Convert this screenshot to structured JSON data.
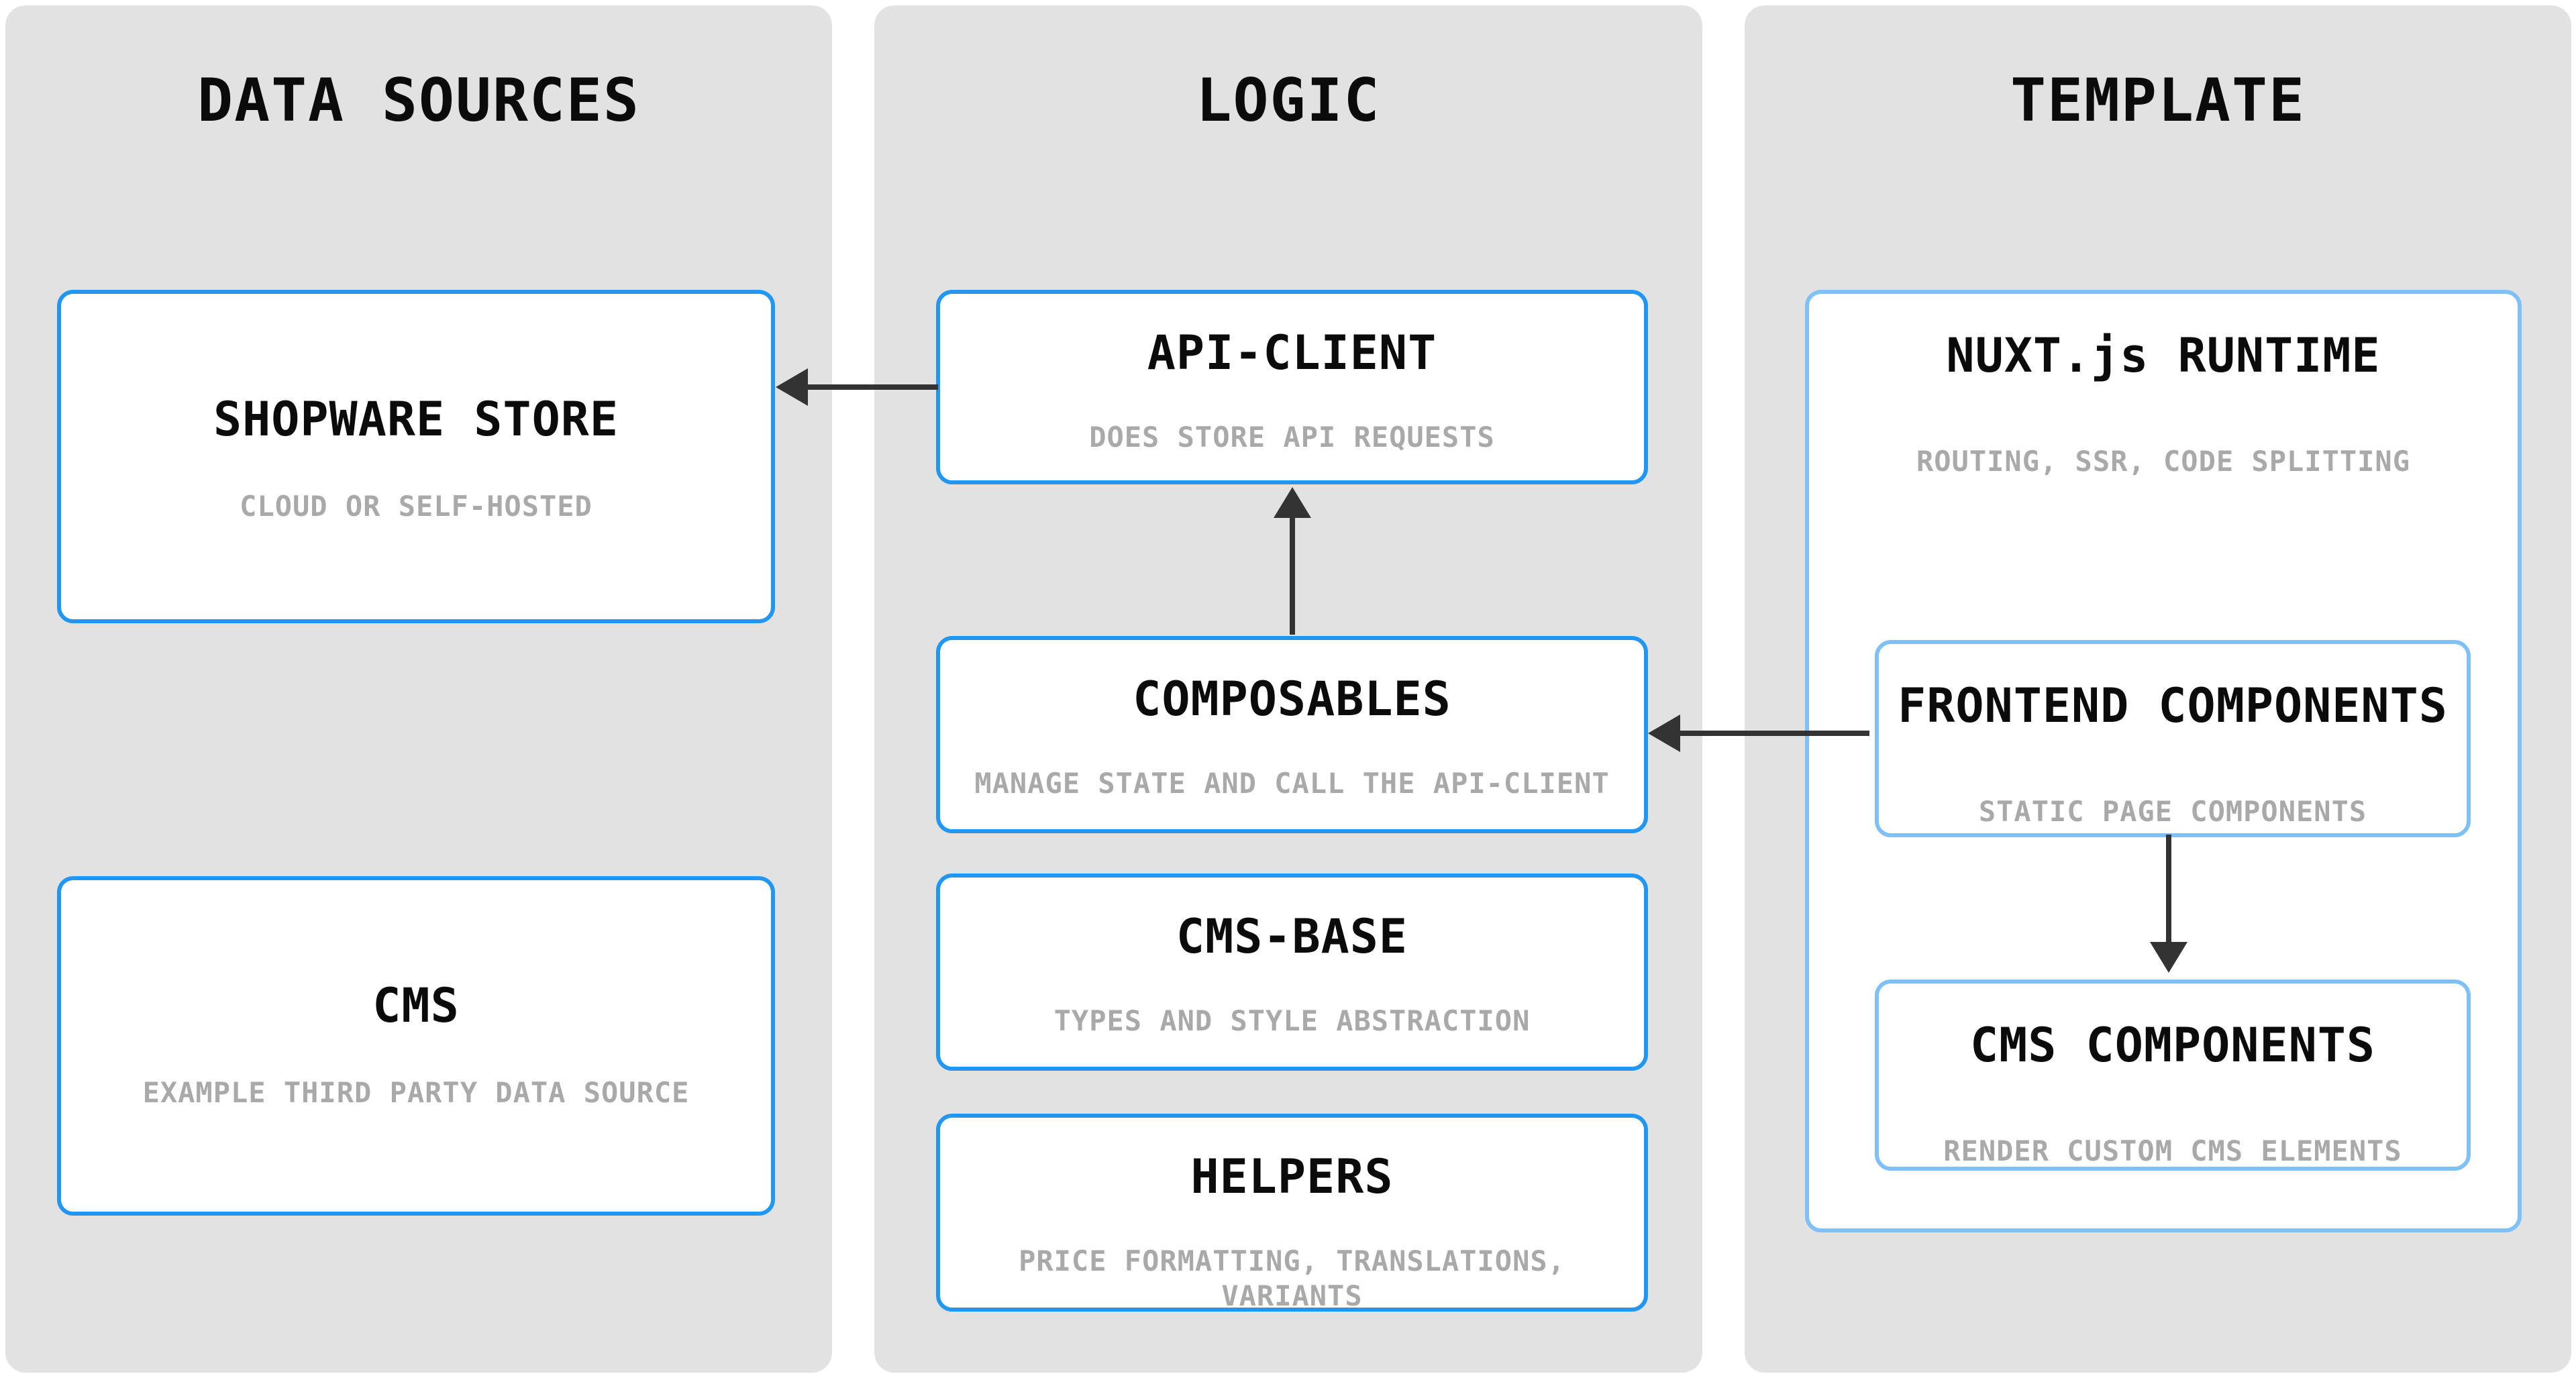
{
  "diagram": {
    "columns": [
      {
        "title": "DATA SOURCES",
        "boxes": [
          {
            "title": "SHOPWARE STORE",
            "subtitle": "CLOUD OR SELF-HOSTED"
          },
          {
            "title": "CMS",
            "subtitle": "EXAMPLE THIRD PARTY DATA SOURCE"
          }
        ]
      },
      {
        "title": "LOGIC",
        "boxes": [
          {
            "title": "API-CLIENT",
            "subtitle": "DOES STORE API REQUESTS"
          },
          {
            "title": "COMPOSABLES",
            "subtitle": "MANAGE STATE AND CALL THE API-CLIENT"
          },
          {
            "title": "CMS-BASE",
            "subtitle": "TYPES AND STYLE ABSTRACTION"
          },
          {
            "title": "HELPERS",
            "subtitle": "PRICE FORMATTING, TRANSLATIONS, VARIANTS"
          }
        ]
      },
      {
        "title": "TEMPLATE",
        "boxes": [
          {
            "title": "NUXT.js RUNTIME",
            "subtitle": "ROUTING, SSR, CODE SPLITTING"
          },
          {
            "title": "FRONTEND COMPONENTS",
            "subtitle": "STATIC PAGE COMPONENTS"
          },
          {
            "title": "CMS COMPONENTS",
            "subtitle": "RENDER CUSTOM CMS ELEMENTS"
          }
        ]
      }
    ],
    "arrows": [
      {
        "from": "API-CLIENT",
        "to": "SHOPWARE STORE",
        "direction": "left"
      },
      {
        "from": "COMPOSABLES",
        "to": "API-CLIENT",
        "direction": "up"
      },
      {
        "from": "FRONTEND COMPONENTS",
        "to": "COMPOSABLES",
        "direction": "left"
      },
      {
        "from": "FRONTEND COMPONENTS",
        "to": "CMS COMPONENTS",
        "direction": "down"
      }
    ],
    "colors": {
      "page_background": "#ffffff",
      "column_background": "#e2e2e2",
      "box_background": "#ffffff",
      "box_border_primary": "#2196f3",
      "box_border_secondary": "#7fc0f7",
      "title_text": "#0b0b0b",
      "subtitle_text": "#a9a9a9",
      "arrow": "#333333"
    }
  }
}
